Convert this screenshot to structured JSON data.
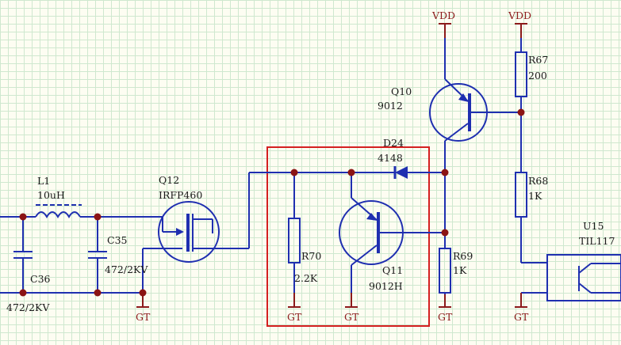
{
  "labels": {
    "vdd_left": "VDD",
    "vdd_right": "VDD",
    "r67_ref": "R67",
    "r67_val": "200",
    "q10_ref": "Q10",
    "q10_val": "9012",
    "d24_ref": "D24",
    "d24_val": "4148",
    "r68_ref": "R68",
    "r68_val": "1K",
    "l1_ref": "L1",
    "l1_val": "10uH",
    "q12_ref": "Q12",
    "q12_val": "IRFP460",
    "c35_ref": "C35",
    "c35_val": "472/2KV",
    "c36_ref": "C36",
    "c36_val": "472/2KV",
    "r70_ref": "R70",
    "r70_val": "2.2K",
    "q11_ref": "Q11",
    "q11_val": "9012H",
    "r69_ref": "R69",
    "r69_val": "1K",
    "u15_ref": "U15",
    "u15_val": "TIL117",
    "gt_1": "GT",
    "gt_2": "GT",
    "gt_3": "GT",
    "gt_4": "GT",
    "gt_5": "GT"
  },
  "colors": {
    "wire": "#1f2fb0",
    "pin": "#8b1a1a",
    "junction": "#8b1414",
    "highlight_box": "#d42020",
    "grid": "#cfe8cf",
    "background": "#fdfdf2"
  }
}
